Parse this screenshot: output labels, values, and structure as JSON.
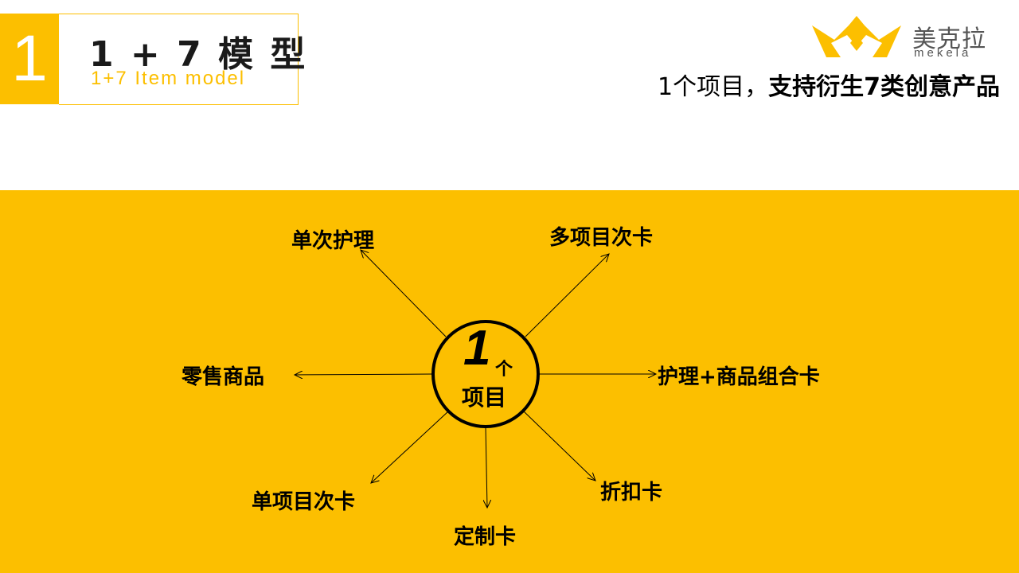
{
  "header": {
    "section_number": "1",
    "title": "1 + 7 模 型",
    "subtitle": "1+7 Item model"
  },
  "logo": {
    "name": "美克拉",
    "name_latin": "mekela",
    "color": "#fcbf00"
  },
  "tagline": {
    "normal": "1个项目，",
    "bold": "支持衍生7类创意产品"
  },
  "diagram": {
    "center": {
      "number": "1",
      "unit": "个",
      "label": "项目"
    },
    "products": [
      {
        "label": "单次护理"
      },
      {
        "label": "多项目次卡"
      },
      {
        "label": "零售商品"
      },
      {
        "label": "护理+商品组合卡"
      },
      {
        "label": "单项目次卡"
      },
      {
        "label": "定制卡"
      },
      {
        "label": "折扣卡"
      }
    ]
  },
  "colors": {
    "accent": "#fcbf00",
    "text": "#000000"
  }
}
